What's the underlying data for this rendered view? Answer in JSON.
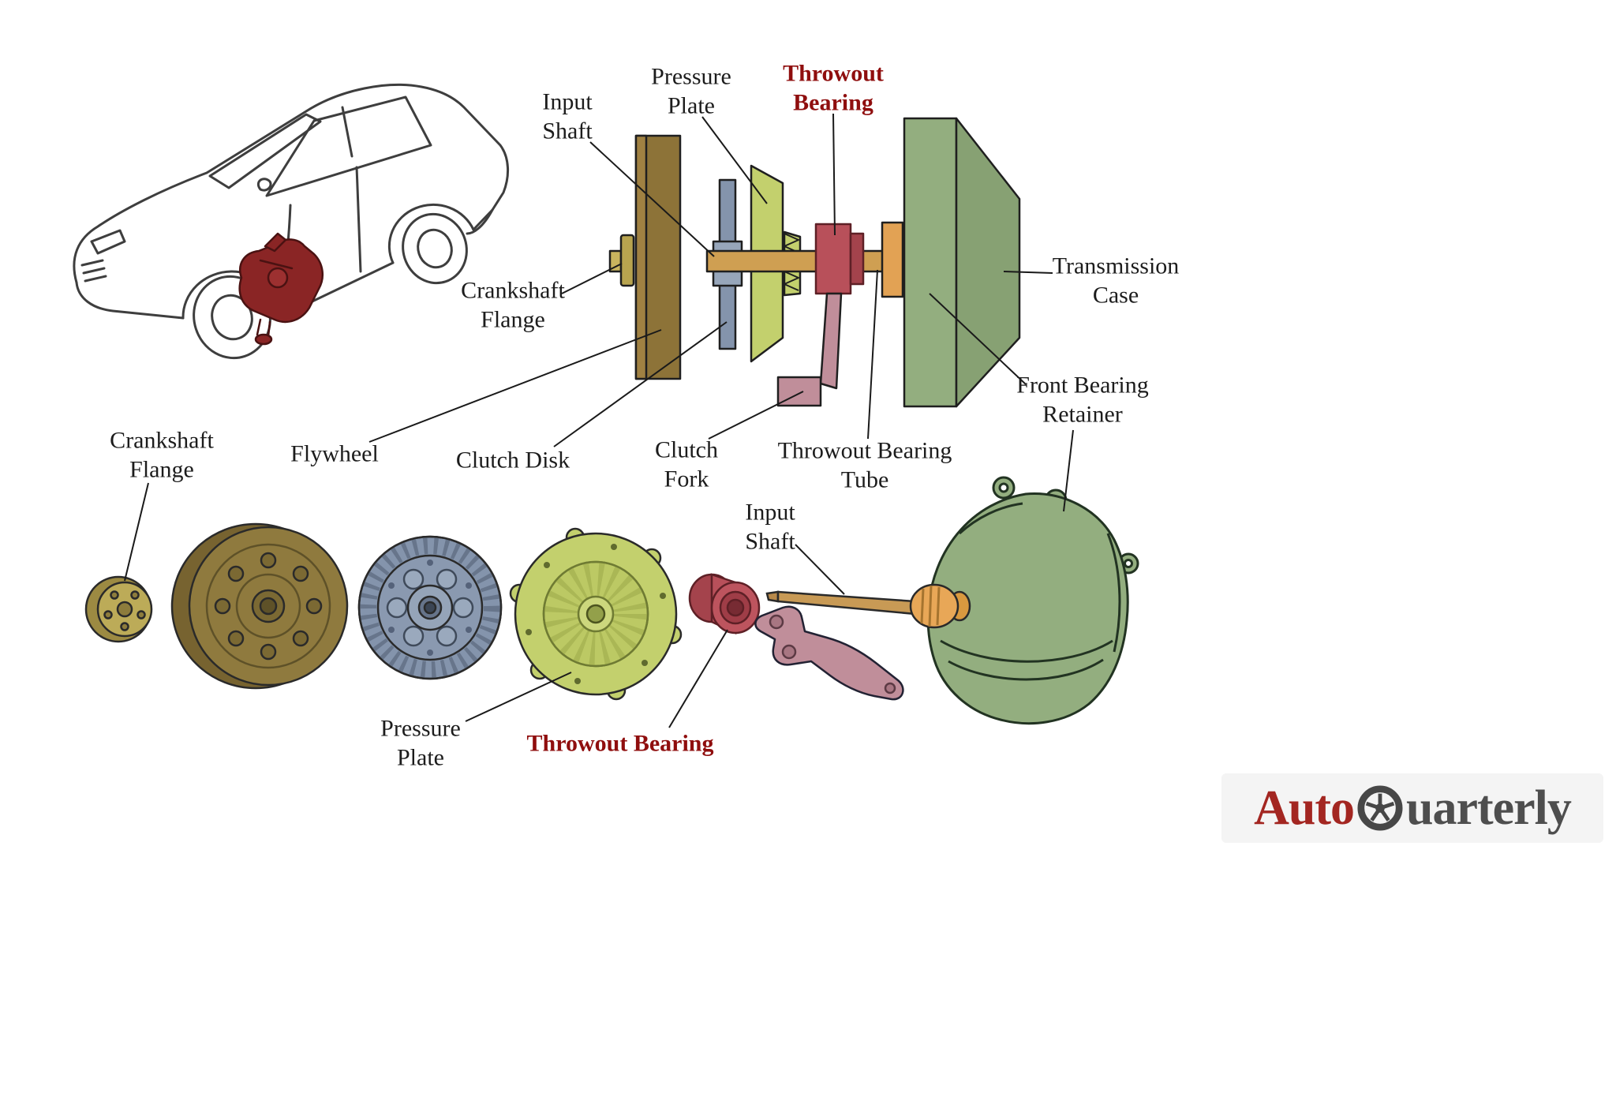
{
  "diagram": {
    "name": "clutch-throwout-bearing-exploded-diagram",
    "labels": {
      "input_shaft_top": "Input\nShaft",
      "pressure_plate_top": "Pressure\nPlate",
      "throwout_bearing_top": "Throwout\nBearing",
      "crankshaft_flange_side": "Crankshaft\nFlange",
      "transmission_case": "Transmission\nCase",
      "front_bearing_retainer": "Front Bearing\nRetainer",
      "crankshaft_flange_bottom": "Crankshaft\nFlange",
      "flywheel": "Flywheel",
      "clutch_disk": "Clutch Disk",
      "clutch_fork": "Clutch\nFork",
      "throwout_bearing_tube": "Throwout Bearing\nTube",
      "input_shaft_bottom": "Input\nShaft",
      "pressure_plate_bottom": "Pressure\nPlate",
      "throwout_bearing_bottom": "Throwout Bearing"
    },
    "colors": {
      "label_text": "#1c1c1c",
      "highlight_red_text": "#8f0e0e",
      "flywheel_olive": "#8f7a3e",
      "clutch_disk_blue": "#8494ac",
      "pressure_plate_green": "#c3d06d",
      "throwout_bearing_red": "#b8505a",
      "clutch_fork_pink": "#c08e9a",
      "transmission_case_green": "#93ae7f",
      "shaft_tan": "#cf9f52",
      "collar_orange": "#e2a254",
      "car_highlight_red": "#8a2525"
    }
  },
  "logo": {
    "prefix": "Auto",
    "suffix": "uarterly",
    "icon_name": "wheel-icon",
    "prefix_color": "#a32621",
    "suffix_color": "#4e4e4e"
  }
}
